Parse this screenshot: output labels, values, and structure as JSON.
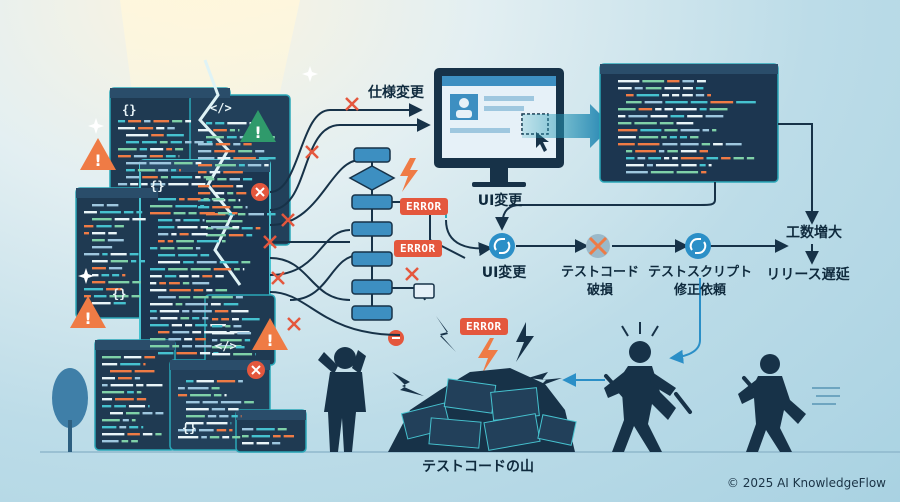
{
  "labels": {
    "spec_change": "仕様変更",
    "ui_change_top": "UI変更",
    "ui_change_flow": "UI変更",
    "test_code_broken": "テストコード\n破損",
    "test_script_fix": "テストスクリプト\n修正依頼",
    "effort_increase": "工数増大",
    "release_delay": "リリース遅延",
    "pile": "テストコードの山"
  },
  "errors": {
    "e1": "ERROR",
    "e2": "ERROR",
    "e3": "ERROR"
  },
  "copyright": "© 2025 AI KnowledgeFlow",
  "colors": {
    "navy": "#173248",
    "code_window": "#1f3a52",
    "accent_teal": "#2aa7b8",
    "error_red": "#e4573d",
    "warning_orange": "#ef7b45",
    "flow_blue": "#2b8fc7",
    "screen_bg": "#e6f1f8",
    "flowchart_box": "#3d8fc1"
  },
  "icons": [
    "warning-icon",
    "error-x-icon",
    "code-bracket-icon",
    "cursor-icon",
    "arrow-right-icon",
    "lightning-icon",
    "wrench-icon",
    "refresh-icon"
  ]
}
